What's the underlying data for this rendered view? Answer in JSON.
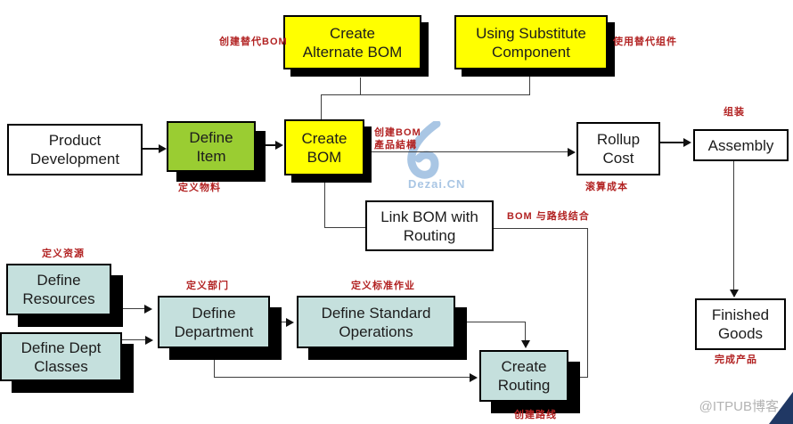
{
  "diagram": {
    "title_context": "BOM process flow diagram",
    "nodes": {
      "create_alternate_bom": {
        "label": "Create\nAlternate BOM",
        "fill": "#FFFF00"
      },
      "using_substitute_component": {
        "label": "Using Substitute\nComponent",
        "fill": "#FFFF00"
      },
      "product_development": {
        "label": "Product\nDevelopment",
        "fill": "#FFFFFF"
      },
      "define_item": {
        "label": "Define\nItem",
        "fill": "#9ACD32"
      },
      "create_bom": {
        "label": "Create\nBOM",
        "fill": "#FFFF00"
      },
      "rollup_cost": {
        "label": "Rollup\nCost",
        "fill": "#FFFFFF"
      },
      "assembly": {
        "label": "Assembly",
        "fill": "#FFFFFF"
      },
      "link_bom_with_routing": {
        "label": "Link BOM with\nRouting",
        "fill": "#FFFFFF"
      },
      "define_resources": {
        "label": "Define\nResources",
        "fill": "#C5E0DD"
      },
      "define_dept_classes": {
        "label": "Define Dept\nClasses",
        "fill": "#C5E0DD"
      },
      "define_department": {
        "label": "Define\nDepartment",
        "fill": "#C5E0DD"
      },
      "define_standard_operations": {
        "label": "Define Standard\nOperations",
        "fill": "#C5E0DD"
      },
      "create_routing": {
        "label": "Create\nRouting",
        "fill": "#C5E0DD"
      },
      "finished_goods": {
        "label": "Finished\nGoods",
        "fill": "#FFFFFF"
      }
    },
    "annotations": {
      "create_alternate_bom_cn": "创建替代BOM",
      "using_substitute_component_cn": "使用替代组件",
      "create_bom_cn": "创建BOM\n產品結構",
      "define_item_cn": "定义物料",
      "rollup_cost_cn": "滚算成本",
      "assembly_cn": "组装",
      "link_bom_with_routing_cn": "BOM 与路线结合",
      "define_resources_cn": "定义资源",
      "define_department_cn": "定义部门",
      "define_standard_operations_cn": "定义标准作业",
      "create_routing_cn": "创建路线",
      "finished_goods_cn": "完成产品"
    },
    "colors": {
      "process_yellow": "#FFFF00",
      "process_green": "#9ACD32",
      "process_blue": "#C5E0DD",
      "plain_white": "#FFFFFF",
      "annotation_red": "#B22222",
      "shadow_black": "#000000",
      "connector_gray": "#3D3D3D"
    }
  },
  "watermark": {
    "logo_text": "Dezai.CN",
    "credit": "@ITPUB博客",
    "logo_color": "#A9C6E4",
    "credit_color": "#B3B3B3",
    "corner_color": "#203864"
  }
}
